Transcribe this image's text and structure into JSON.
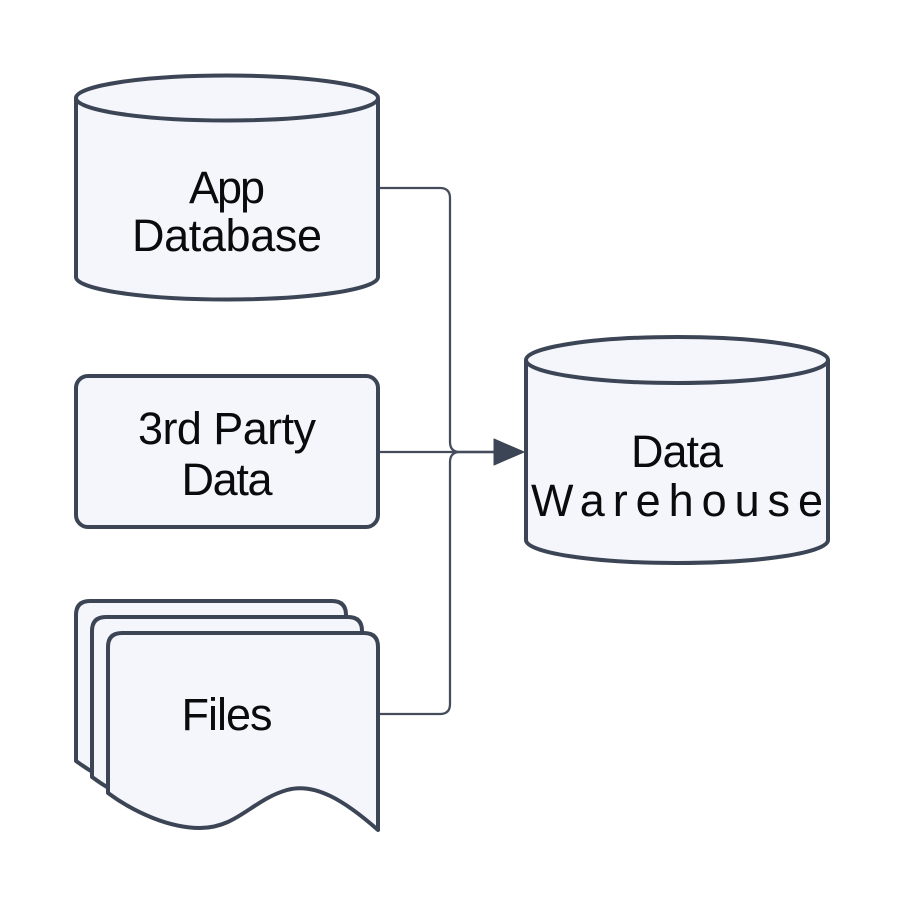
{
  "diagram": {
    "type": "flowchart-left-to-right",
    "nodes": [
      {
        "id": "app-database",
        "shape": "cylinder",
        "lines": [
          "App",
          "Database"
        ]
      },
      {
        "id": "third-party-data",
        "shape": "rounded-rectangle",
        "lines": [
          "3rd Party",
          "Data"
        ]
      },
      {
        "id": "files",
        "shape": "stacked-documents",
        "lines": [
          "Files"
        ]
      },
      {
        "id": "data-warehouse",
        "shape": "cylinder",
        "lines": [
          "Data",
          "Warehouse"
        ]
      }
    ],
    "edges": [
      {
        "from": "app-database",
        "to": "data-warehouse",
        "style": "elbow-merge",
        "arrowhead": "shared"
      },
      {
        "from": "third-party-data",
        "to": "data-warehouse",
        "style": "straight",
        "arrowhead": "triangle"
      },
      {
        "from": "files",
        "to": "data-warehouse",
        "style": "elbow-merge",
        "arrowhead": "shared"
      }
    ]
  },
  "theme": {
    "background": "#ffffff",
    "node_fill": "#f5f6fb",
    "node_stroke": "#3c4555",
    "edge_color": "#454d5c",
    "arrow_color": "#3c4555",
    "text_color": "#0b0b0d"
  }
}
